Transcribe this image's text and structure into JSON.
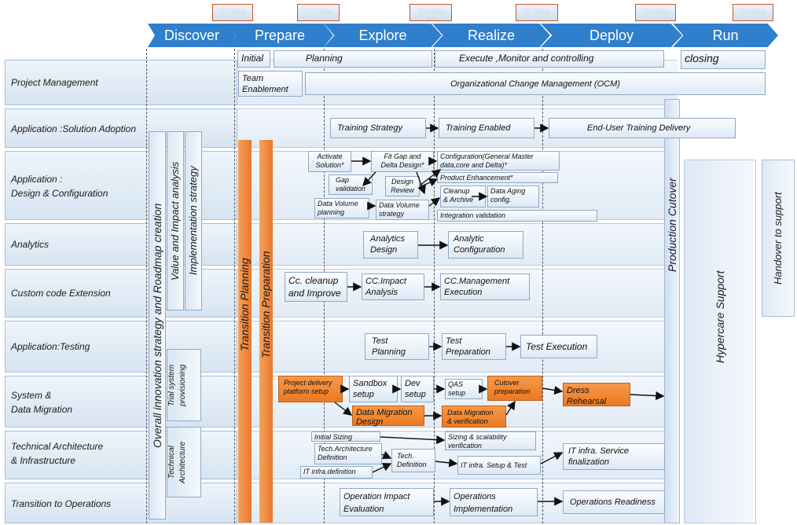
{
  "phases": [
    "Discover",
    "Prepare",
    "Explore",
    "Realize",
    "Deploy",
    "Run"
  ],
  "qgate_label": "Q-Gate",
  "lanes": [
    "Project Management",
    "Application :Solution Adoption",
    "Application :\nDesign & Configuration",
    "Analytics",
    "Custom code Extension",
    "Application:Testing",
    "System &\n Data Migration",
    "Technical Architecture\n& Infrastructure",
    "Transition to Operations"
  ],
  "vertical": {
    "overall": "Overall innovation strategy and Roadmap creation",
    "value": "Value and Impact analysis",
    "implementation": "Implementation strategy",
    "trial": "Trial system\nprovisioning",
    "tech_arch": "Technical\nArchitecture",
    "transition_planning": "Transition Planning",
    "transition_preparation": "Transition Preparation",
    "production_cutover": "Production  Cutover",
    "hypercare": "Hypercare Support",
    "handover": "Handover to support"
  },
  "pm": {
    "initial": "Initial",
    "planning": "Planning",
    "execute": "Execute ,Monitor and controlling",
    "closing": "closing",
    "team": "Team\nEnablement",
    "ocm": "Organizational Change Management (OCM)"
  },
  "adoption": {
    "training_strategy": "Training Strategy",
    "training_enabled": "Training Enabled",
    "end_user": "End-User Training Delivery"
  },
  "design": {
    "activate": "Activate\nSolution*",
    "fitgap": "Fit Gap and\nDelta Design*",
    "configuration": "Configuration(General Master\ndata,core and Delta)*",
    "product_enh": "Product Enhancement*",
    "gap_validation": "Gap\nvalidation",
    "design_review": "Design\nReview",
    "cleanup": "Cleanup\n& Archive",
    "data_aging": "Data Aging\nconfig.",
    "dv_planning": "Data Volume\nplanning",
    "dv_strategy": "Data Volume\nstrategy",
    "integration": "Integration validation"
  },
  "analytics": {
    "design": "Analytics\nDesign",
    "configuration": "Analytic\nConfiguration"
  },
  "custom": {
    "cleanup": "Cc. cleanup\nand Improve",
    "impact": "CC.Impact\nAnalysis",
    "management": "CC.Management\nExecution"
  },
  "testing": {
    "planning": "Test\nPlanning",
    "preparation": "Test\nPreparation",
    "execution": "Test Execution"
  },
  "migration": {
    "platform": "Project delivery\nplatform setup",
    "sandbox": "Sandbox\nsetup",
    "dev": "Dev\nsetup",
    "qas": "QAS\nsetup",
    "cutover_prep": "Cutover\npreparation",
    "dress": "Dress\nRehearsal",
    "dm_design": "Data Migration\nDesign",
    "dm_verification": "Data Migration\n& verification"
  },
  "infra": {
    "initial_sizing": "Initial Sizing",
    "sizing_scal": "Sizing & scalability\nverification",
    "ta_definition": "Tech.Architecture\nDefinition",
    "tech_definition": "Tech.\nDefinition",
    "it_setup": "IT infra. Setup & Test",
    "it_service": "IT infra. Service\nfinalization",
    "it_definition": "IT infra.definition"
  },
  "operations": {
    "impact": "Operation Impact\nEvaluation",
    "implementation": "Operations\nImplementation",
    "readiness": "Operations Readiness"
  }
}
